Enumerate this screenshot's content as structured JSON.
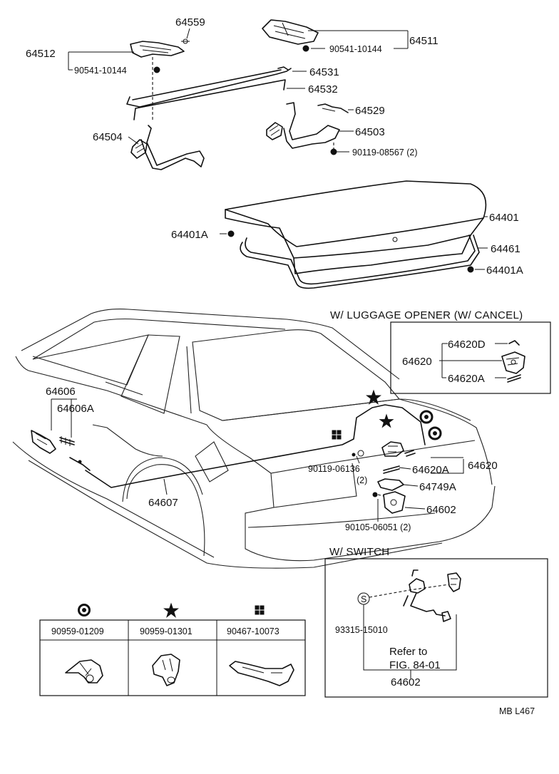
{
  "parts": {
    "p64559": "64559",
    "p64512": "64512",
    "p90541a": "90541-10144",
    "p64511": "64511",
    "p90541b": "90541-10144",
    "p64531": "64531",
    "p64532": "64532",
    "p64529": "64529",
    "p64504": "64504",
    "p64503": "64503",
    "p90119a": "90119-08567 (2)",
    "p64401": "64401",
    "p64401A_left": "64401A",
    "p64461": "64461",
    "p64401A_right": "64401A",
    "p64606": "64606",
    "p64606A": "64606A",
    "p64607": "64607",
    "p64620D": "64620D",
    "p64620_box": "64620",
    "p64620A_box": "64620A",
    "p90119b": "90119-06136",
    "p90119b_qty": "(2)",
    "p64620A": "64620A",
    "p64620": "64620",
    "p64749A": "64749A",
    "p64602": "64602",
    "p90105": "90105-06051 (2)",
    "p93315": "93315-15010",
    "p64602_switch": "64602"
  },
  "headings": {
    "opener": "W/ LUGGAGE  OPENER (W/ CANCEL)",
    "switch": "W/ SWITCH"
  },
  "refer": {
    "line1": "Refer to",
    "line2": "FIG. 84-01"
  },
  "switch_symbol": "S",
  "legend": {
    "col1": "90959-01209",
    "col2": "90959-01301",
    "col3": "90467-10073"
  },
  "footer": "MB   L467",
  "icons": [
    "ring-clip-icon",
    "star-clip-icon",
    "square-clip-icon"
  ]
}
